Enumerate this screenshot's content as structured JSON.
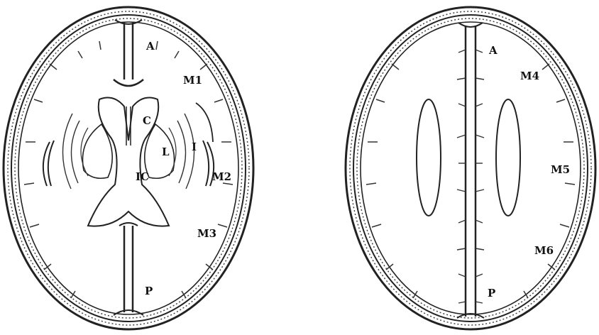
{
  "left_panel": {
    "labels": {
      "A": "A",
      "M1": "M1",
      "C": "C",
      "L": "L",
      "I": "I",
      "IC": "IC",
      "M2": "M2",
      "M3": "M3",
      "P": "P"
    }
  },
  "right_panel": {
    "labels": {
      "A": "A",
      "M4": "M4",
      "M5": "M5",
      "M6": "M6",
      "P": "P"
    }
  }
}
